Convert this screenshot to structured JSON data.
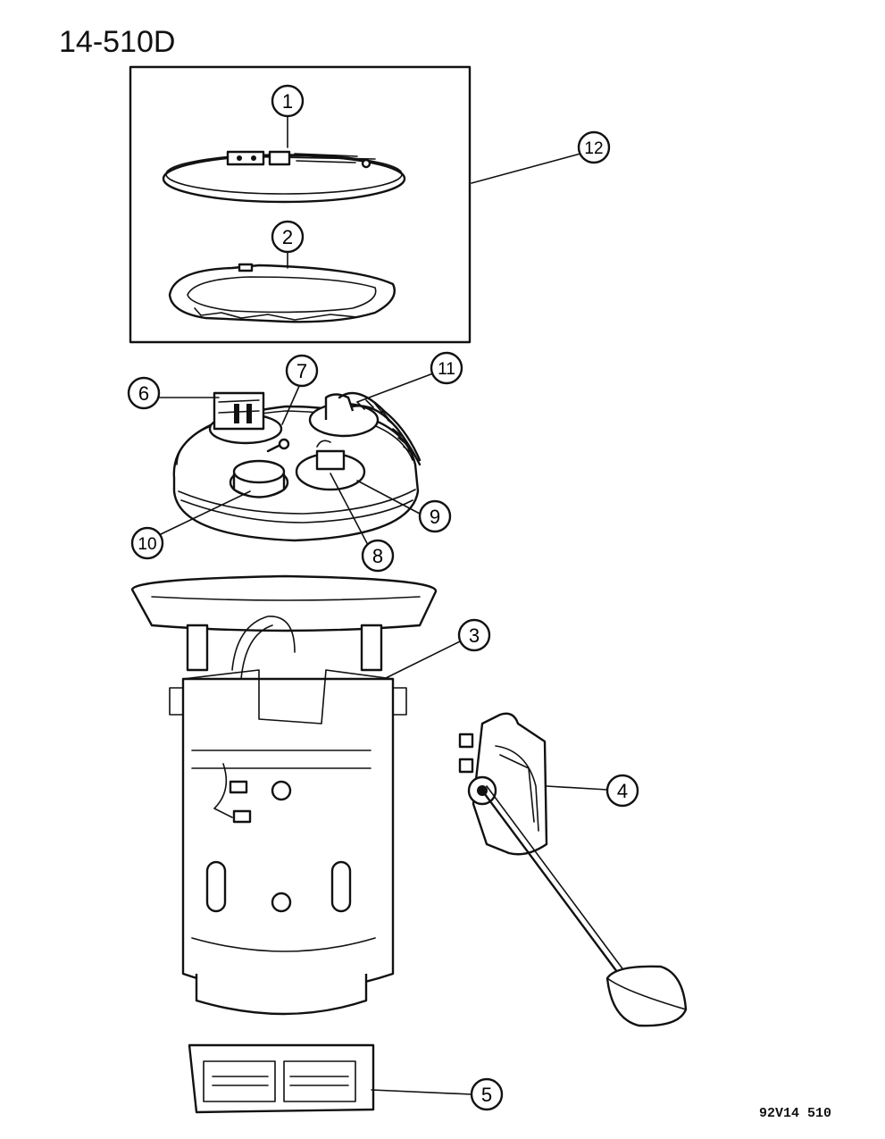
{
  "page": {
    "title": "14-510D",
    "drawing_code": "92V14 510"
  },
  "callouts": [
    {
      "id": "1",
      "label": "1"
    },
    {
      "id": "2",
      "label": "2"
    },
    {
      "id": "3",
      "label": "3"
    },
    {
      "id": "4",
      "label": "4"
    },
    {
      "id": "5",
      "label": "5"
    },
    {
      "id": "6",
      "label": "6"
    },
    {
      "id": "7",
      "label": "7"
    },
    {
      "id": "8",
      "label": "8"
    },
    {
      "id": "9",
      "label": "9"
    },
    {
      "id": "10",
      "label": "10"
    },
    {
      "id": "11",
      "label": "11"
    },
    {
      "id": "12",
      "label": "12"
    }
  ],
  "colors": {
    "ink": "#111111",
    "paper": "#ffffff"
  }
}
